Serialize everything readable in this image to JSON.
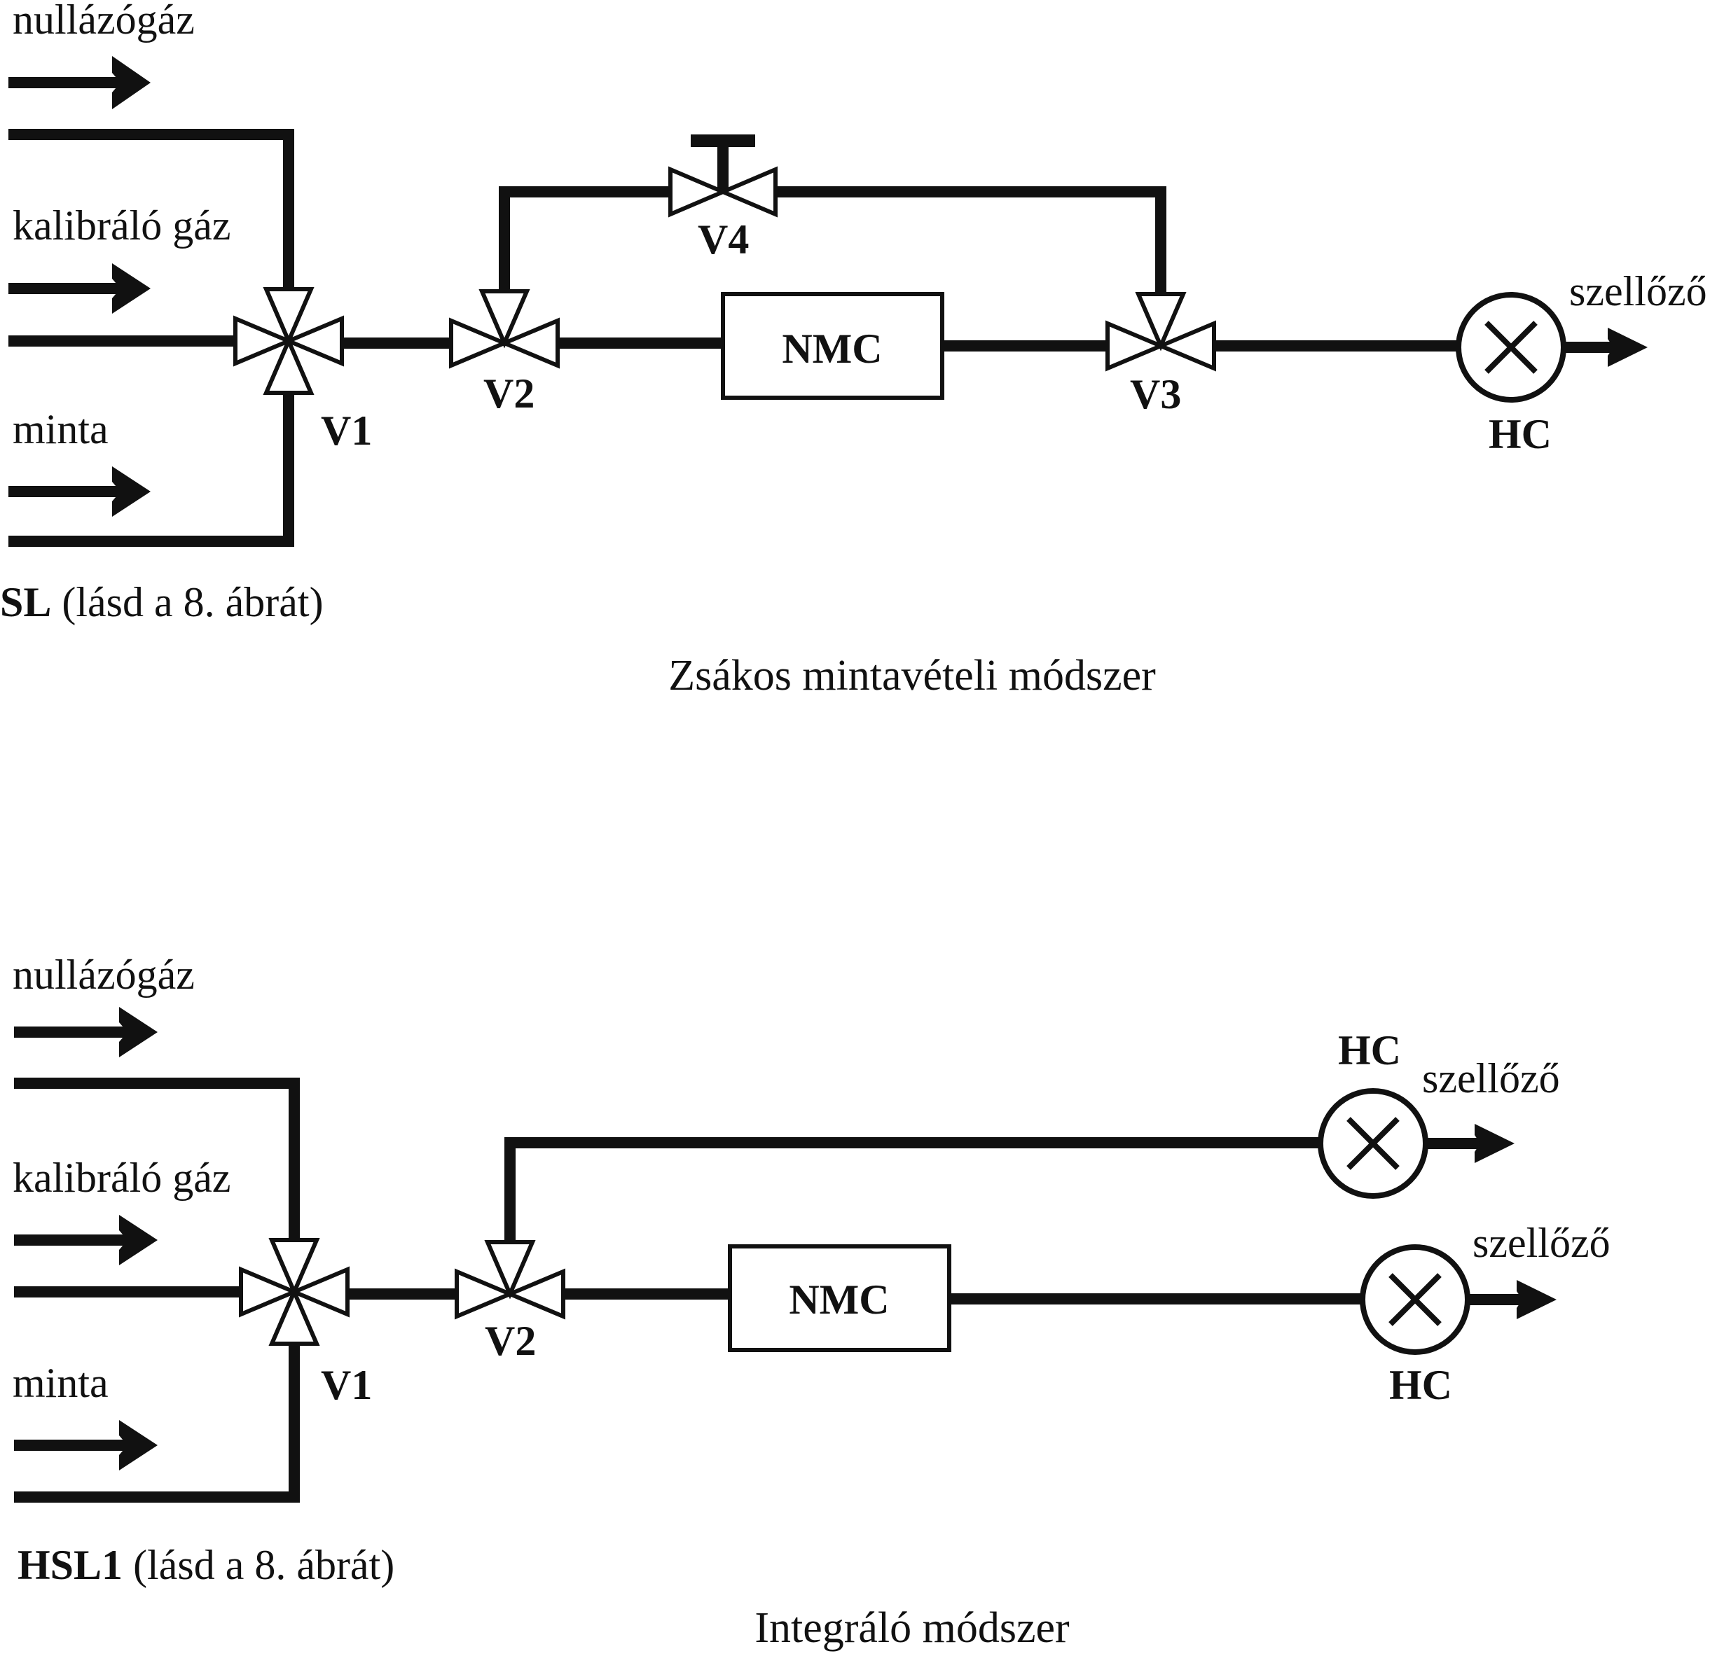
{
  "top": {
    "inputs": [
      "nullázógáz",
      "kalibráló gáz",
      "minta"
    ],
    "valves": [
      "V1",
      "V2",
      "V3",
      "V4"
    ],
    "converter": "NMC",
    "detector": "HC",
    "vent": "szellőző",
    "ref_bold": "SL",
    "ref_rest": " (lásd a 8. ábrát)",
    "caption": "Zsákos mintavételi módszer"
  },
  "bottom": {
    "inputs": [
      "nullázógáz",
      "kalibráló gáz",
      "minta"
    ],
    "valves": [
      "V1",
      "V2"
    ],
    "converter": "NMC",
    "detector_upper": "HC",
    "detector_lower": "HC",
    "vent_upper": "szellőző",
    "vent_lower": "szellőző",
    "ref_bold": "HSL1",
    "ref_rest": " (lásd a 8. ábrát)",
    "caption": "Integráló módszer"
  }
}
